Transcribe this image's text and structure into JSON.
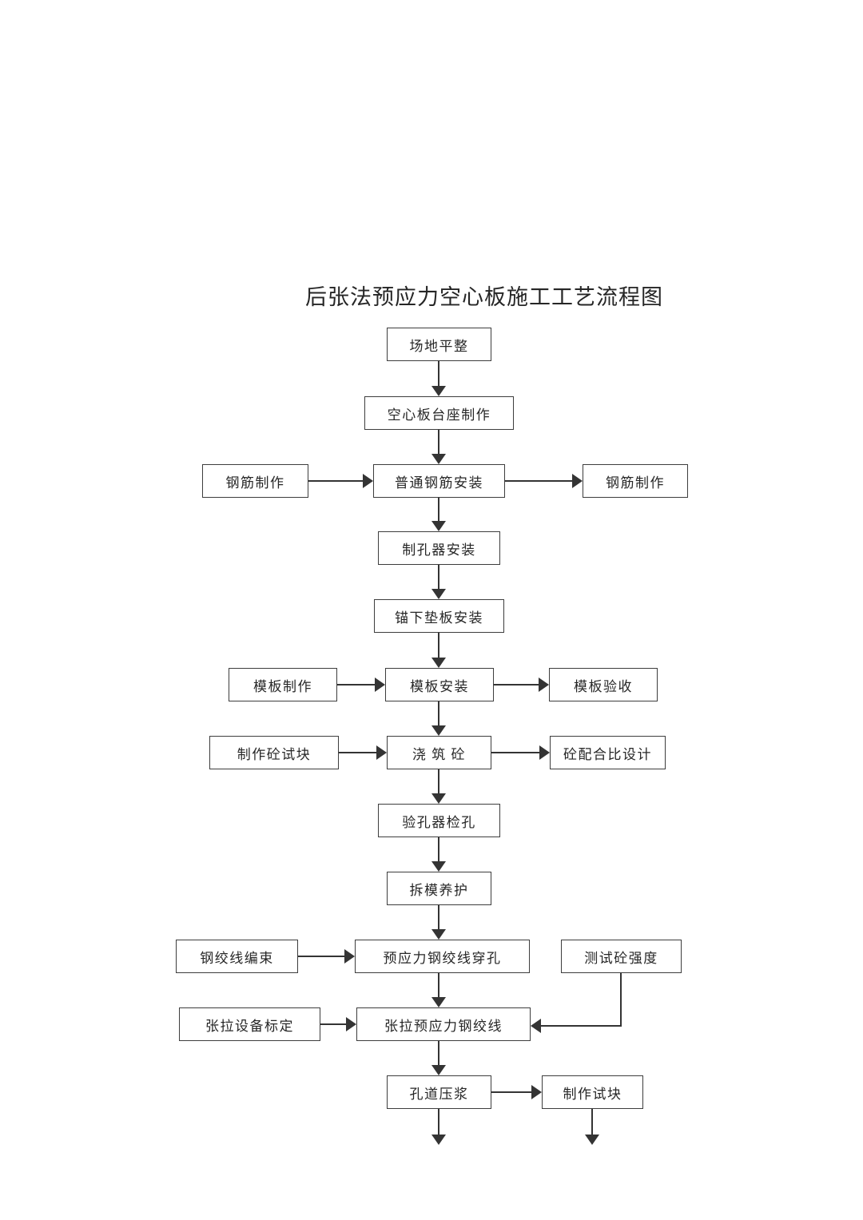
{
  "title": "后张法预应力空心板施工工艺流程图",
  "nodes": {
    "site_leveling": "场地平整",
    "pedestal_making": "空心板台座制作",
    "rebar_making_left": "钢筋制作",
    "ordinary_rebar_install": "普通钢筋安装",
    "rebar_making_right": "钢筋制作",
    "hole_former_install": "制孔器安装",
    "anchor_plate_install": "锚下垫板安装",
    "formwork_making": "模板制作",
    "formwork_install": "模板安装",
    "formwork_acceptance": "模板验收",
    "concrete_test_block_making": "制作砼试块",
    "concrete_pouring": "浇 筑 砼",
    "mix_ratio_design": "砼配合比设计",
    "hole_check": "验孔器检孔",
    "demold_curing": "拆模养护",
    "strand_bundling": "钢绞线编束",
    "strand_threading": "预应力钢绞线穿孔",
    "strength_testing": "测试砼强度",
    "equipment_calibration": "张拉设备标定",
    "strand_tensioning": "张拉预应力钢绞线",
    "duct_grouting": "孔道压浆",
    "test_block_making": "制作试块"
  }
}
